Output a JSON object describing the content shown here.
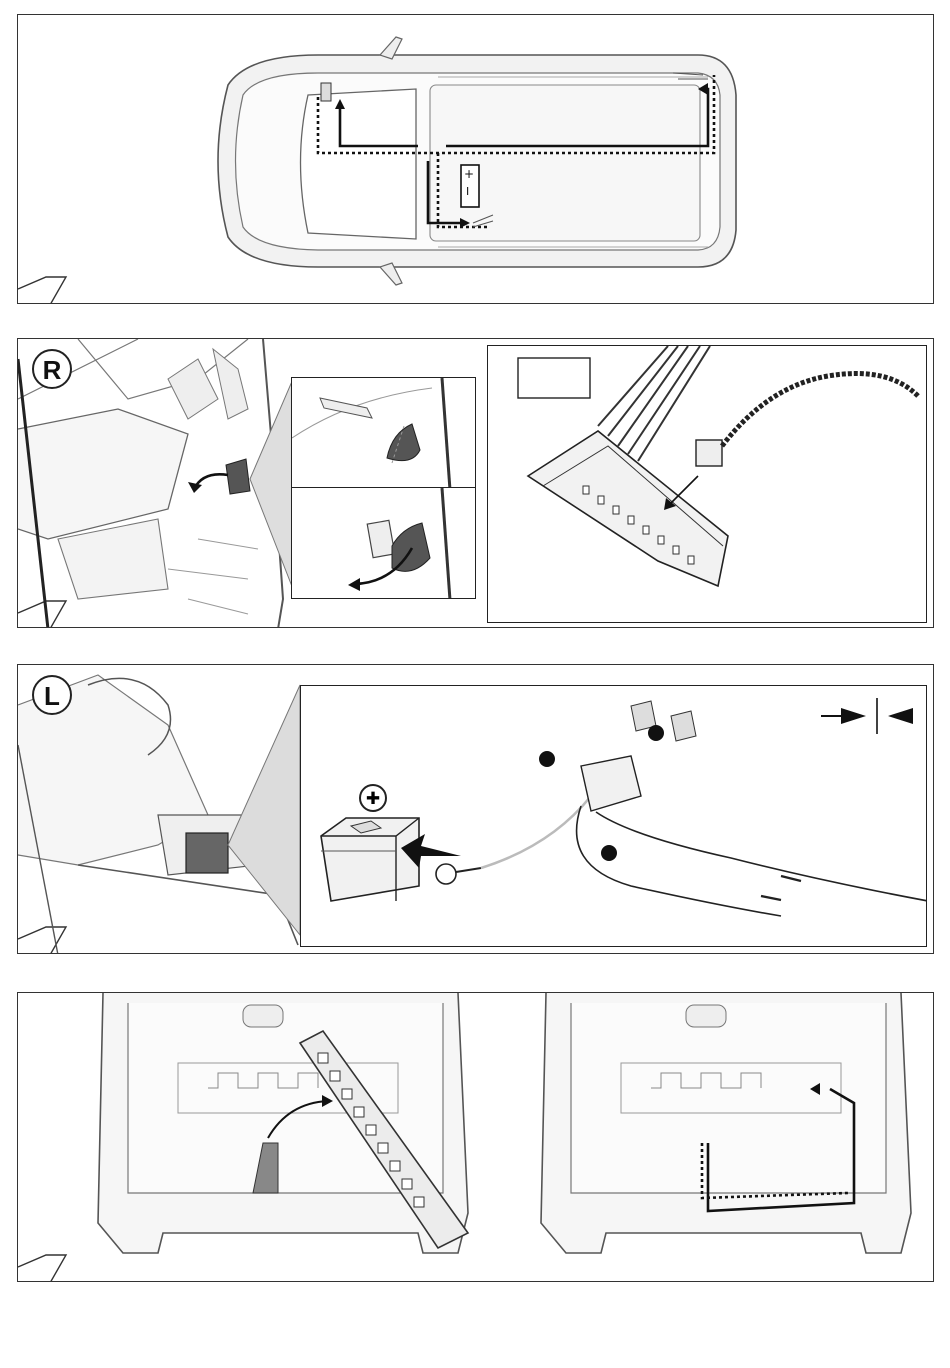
{
  "panels": [
    {
      "id": "overview",
      "label": ""
    },
    {
      "id": "right-side",
      "badge": "R"
    },
    {
      "id": "left-side",
      "badge": "L"
    },
    {
      "id": "rear",
      "label": ""
    }
  ],
  "battery": {
    "plus": "+",
    "minus": "I",
    "plus_badge": "✚"
  },
  "connector_label_box": "",
  "icons": [
    "car-topview-icon",
    "arrow-icon",
    "fuse-box-icon",
    "connector-icon",
    "battery-icon",
    "crimp-tool-icon",
    "ring-terminal-icon",
    "trim-panel-icon"
  ],
  "colors": {
    "line": "#222222",
    "grey_fill": "#e8e8e8",
    "dark_fill": "#555555"
  }
}
